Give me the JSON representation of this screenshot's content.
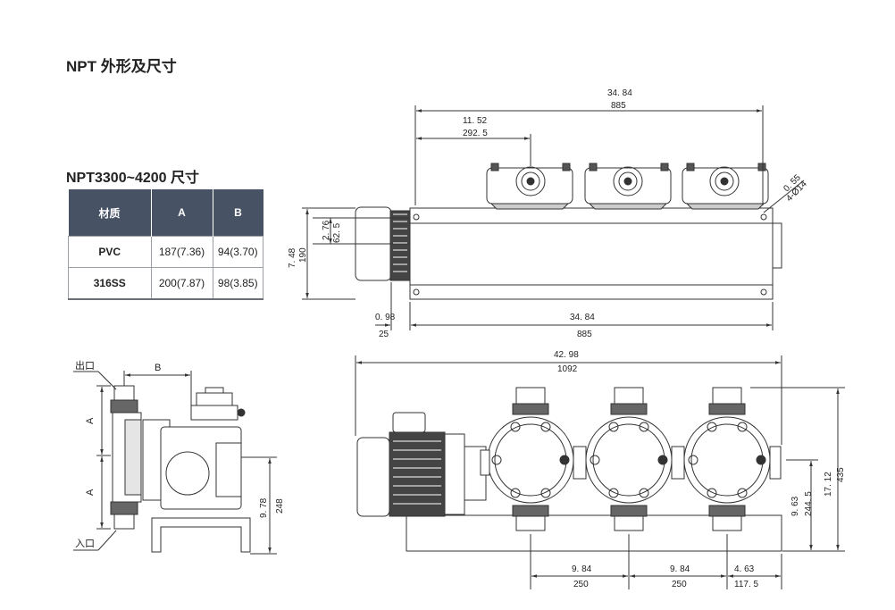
{
  "title": "NPT 外形及尺寸",
  "table": {
    "caption": "NPT3300~4200 尺寸",
    "headers": [
      "材质",
      "A",
      "B"
    ],
    "rows": [
      {
        "material": "PVC",
        "a": "187(7.36)",
        "b": "94(3.70)"
      },
      {
        "material": "316SS",
        "a": "200(7.87)",
        "b": "98(3.85)"
      }
    ]
  },
  "top_view": {
    "overall_in": "34. 84",
    "overall_mm": "885",
    "head_offset_in": "11. 52",
    "head_offset_mm": "292. 5",
    "hole_in": "0. 55",
    "hole_spec": "4-Ø14",
    "height_in": "7. 48",
    "height_mm": "190",
    "small_in": "2. 76",
    "small_mm": "62. 5",
    "motor_offset_in": "0. 98",
    "motor_offset_mm": "25",
    "base_in": "34. 84",
    "base_mm": "885"
  },
  "side_view": {
    "outlet": "出口",
    "inlet": "入口",
    "dim_b": "B",
    "dim_a1": "A",
    "dim_a2": "A",
    "h1_in": "9. 78",
    "h1_mm": "248"
  },
  "front_view": {
    "overall_in": "42. 98",
    "overall_mm": "1092",
    "h_in": "9. 63",
    "h_mm": "244. 5",
    "total_in": "17. 12",
    "total_mm": "435",
    "pitch1_in": "9. 84",
    "pitch1_mm": "250",
    "pitch2_in": "9. 84",
    "pitch2_mm": "250",
    "end_in": "4. 63",
    "end_mm": "117. 5"
  }
}
